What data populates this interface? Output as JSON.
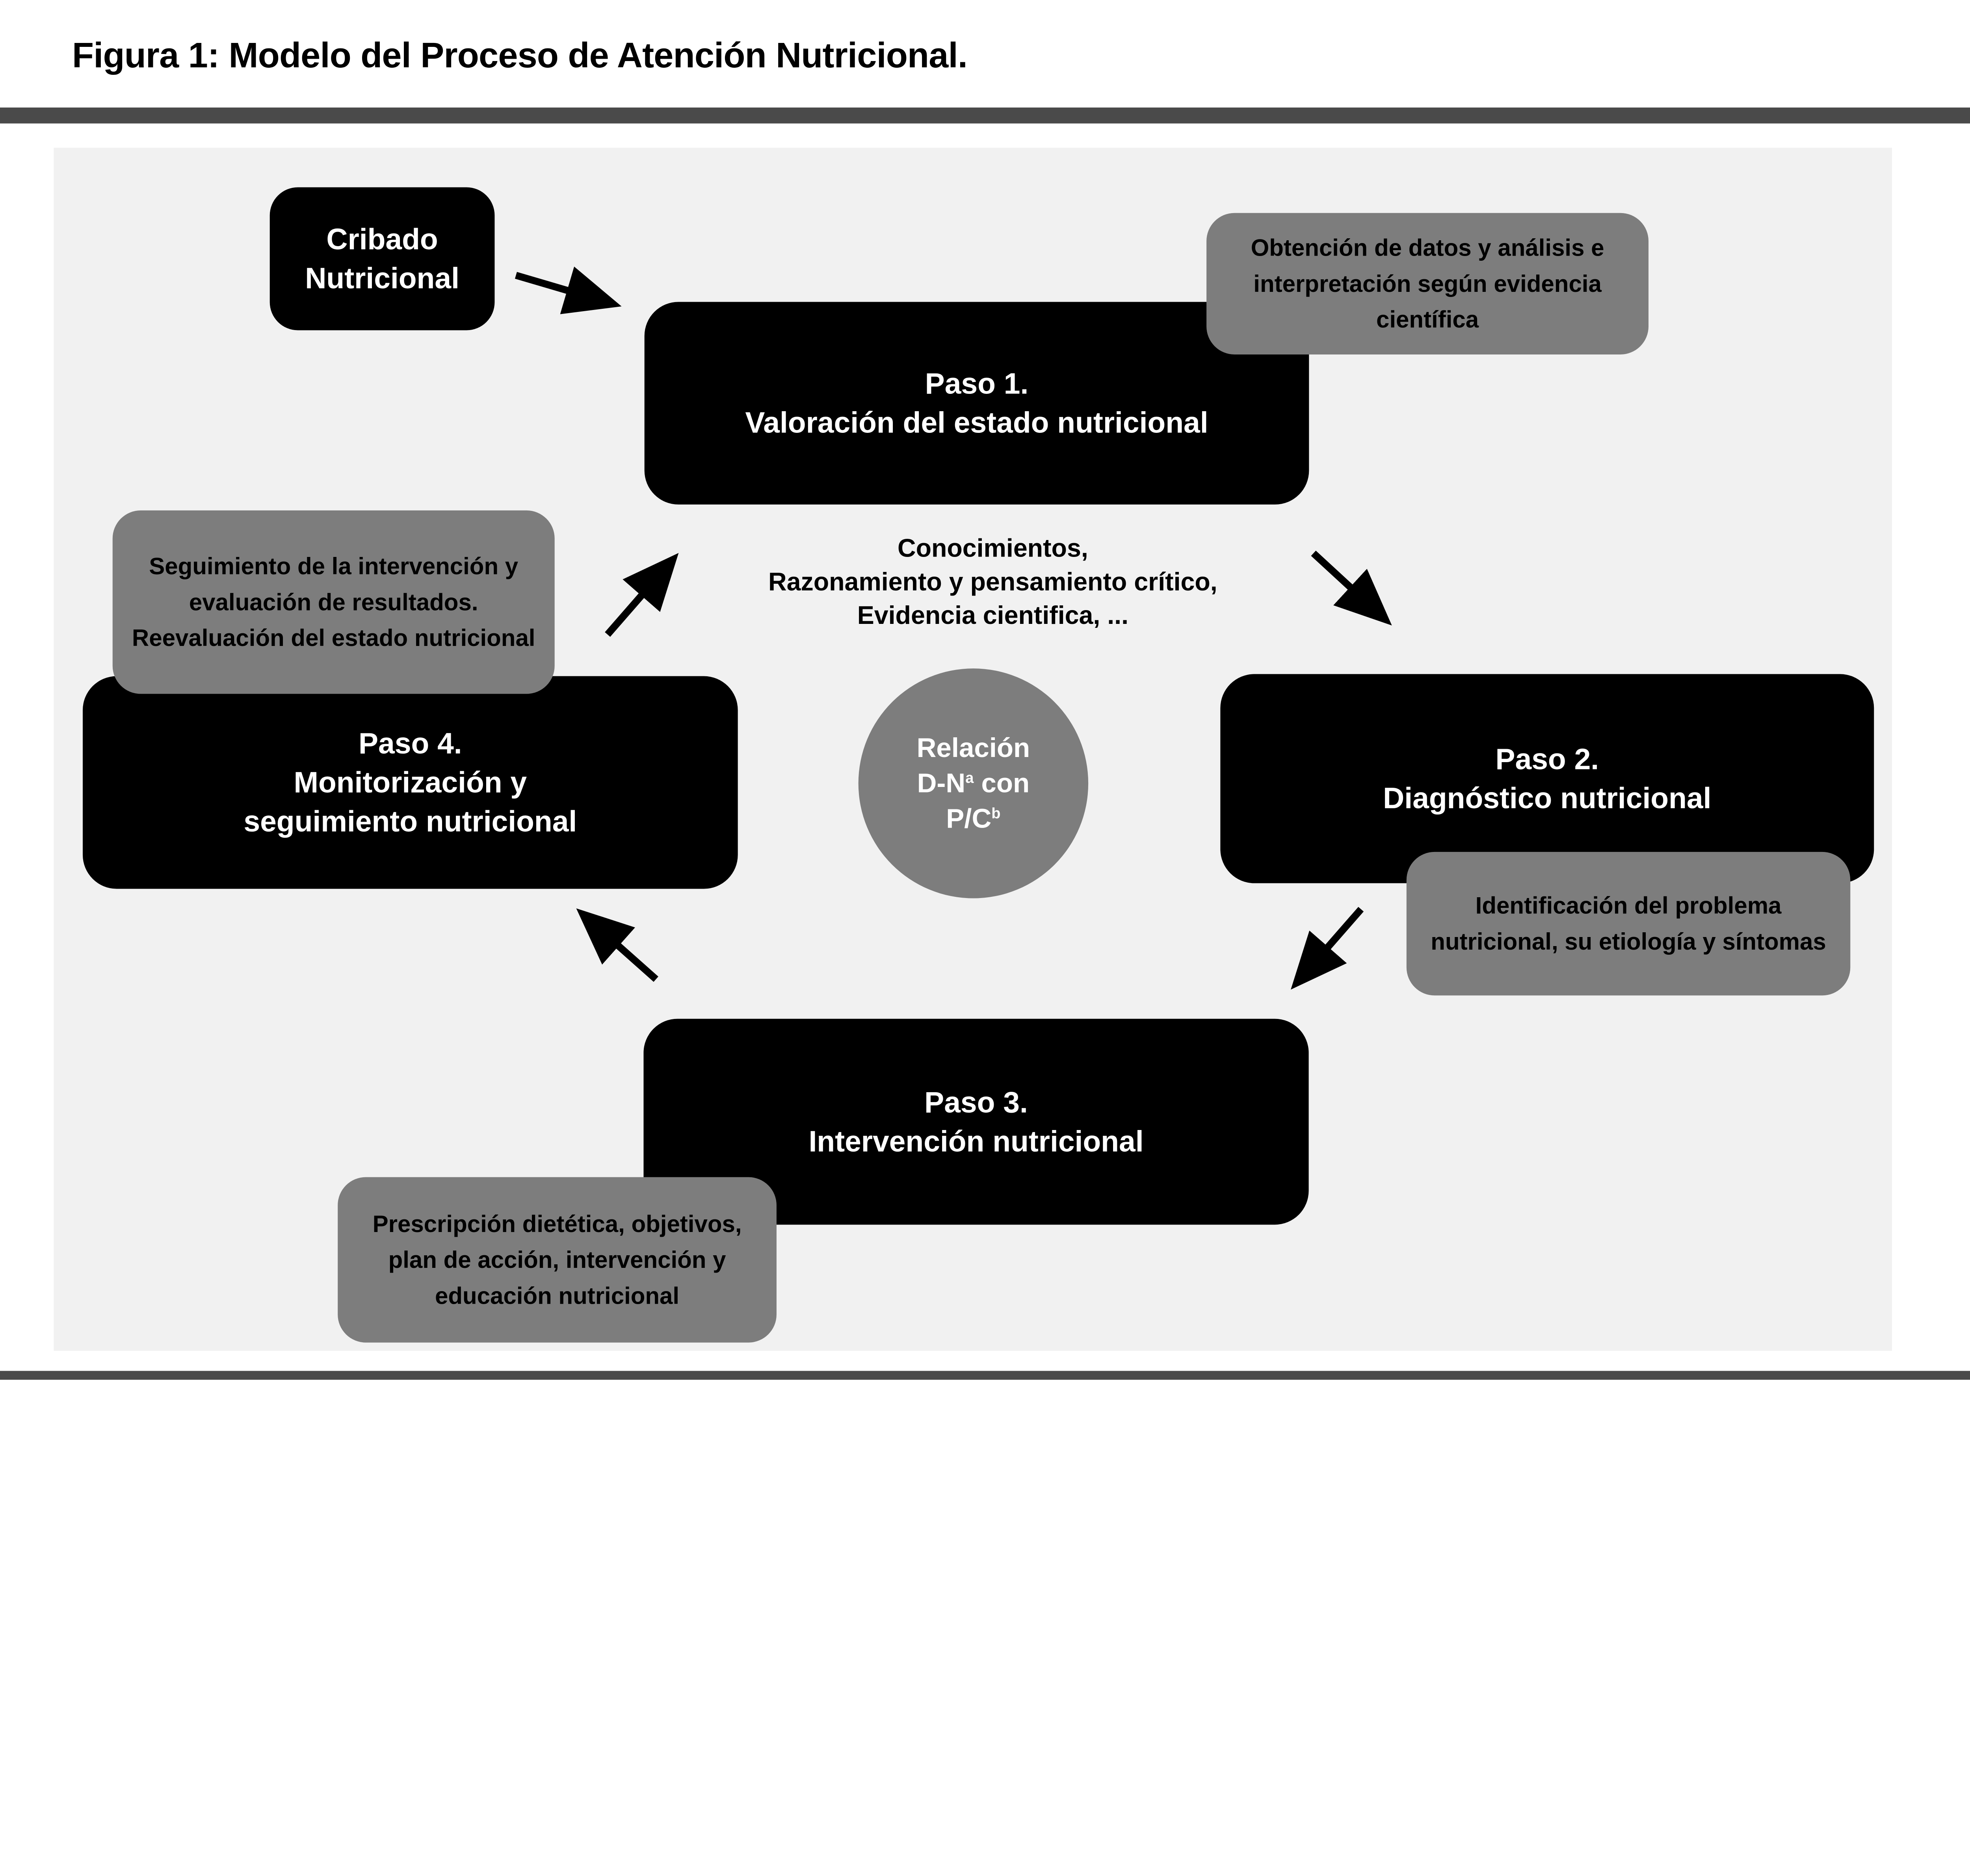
{
  "title": "Figura 1: Modelo del Proceso de Atención Nutricional.",
  "screening": {
    "line1": "Cribado",
    "line2": "Nutricional"
  },
  "steps": {
    "paso1": {
      "title": "Paso 1.",
      "subtitle": "Valoración del estado nutricional"
    },
    "paso2": {
      "title": "Paso 2.",
      "subtitle": "Diagnóstico nutricional"
    },
    "paso3": {
      "title": "Paso 3.",
      "subtitle": "Intervención nutricional"
    },
    "paso4": {
      "title": "Paso 4.",
      "subtitle": "Monitorización y seguimiento nutricional"
    }
  },
  "annotations": {
    "paso1": "Obtención de datos y análisis e interpretación según evidencia científica",
    "paso2": "Identificación del problema nutricional, su etiología y síntomas",
    "paso3": "Prescripción dietética, objetivos, plan de acción, intervención y educación nutricional",
    "paso4": "Seguimiento de la intervención y evaluación de resultados. Reevaluación del estado nutricional"
  },
  "center_text": {
    "line1": "Conocimientos,",
    "line2": "Razonamiento y pensamiento crítico,",
    "line3": "Evidencia cientifica, ..."
  },
  "relation_circle": {
    "line1": "Relación",
    "line2_base": "D-N",
    "line2_sup": "a",
    "line2_rest": " con",
    "line3_base": "P/C",
    "line3_sup": "b"
  },
  "colors": {
    "divider_bar": "#4a4a4a",
    "panel_background": "#f1f1f1",
    "step_box": "#000000",
    "annotation_box": "#7d7d7d",
    "step_text": "#ffffff",
    "annotation_text": "#000000"
  }
}
